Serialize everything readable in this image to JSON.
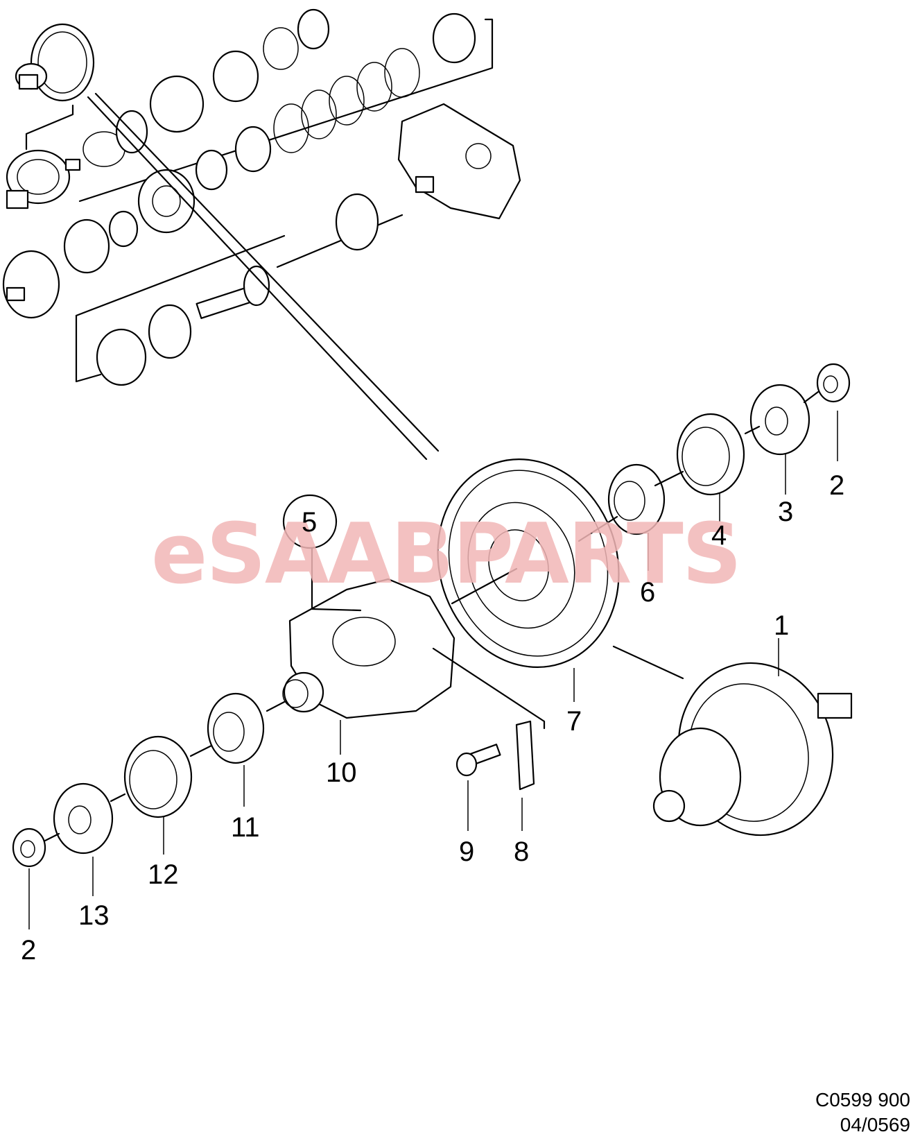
{
  "diagram": {
    "watermark_text": "eSAABPARTS",
    "watermark_color": "#f2b7b7",
    "callouts": {
      "c1": "1",
      "c2a": "2",
      "c2b": "2",
      "c3": "3",
      "c4": "4",
      "c5": "5",
      "c6": "6",
      "c7": "7",
      "c8": "8",
      "c9": "9",
      "c10": "10",
      "c11": "11",
      "c12": "12",
      "c13": "13"
    },
    "reference_code": "C0599 900",
    "reference_date": "04/0569"
  }
}
